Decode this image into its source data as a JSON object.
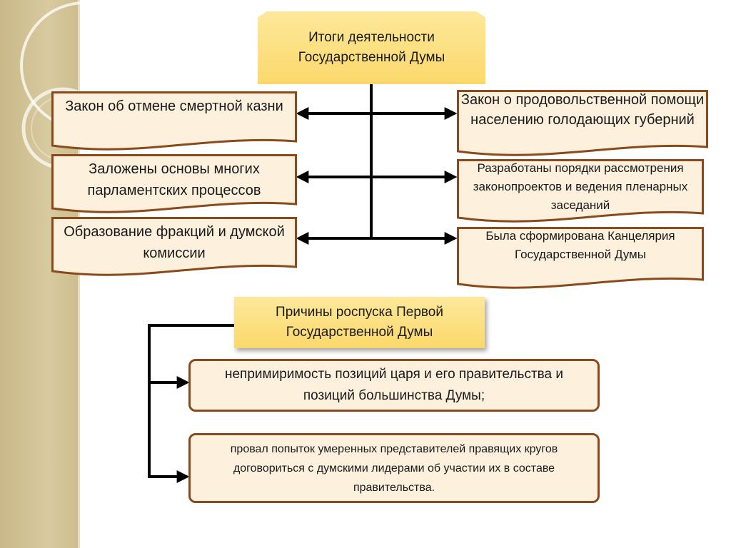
{
  "results": {
    "title": "Итоги деятельности Государственной Думы",
    "left_items": [
      "Закон об отмене смертной казни",
      "Заложены основы многих парламентских процессов",
      "Образование фракций и думской комиссии"
    ],
    "right_items": [
      "Закон о продовольственной помощи населению голодающих губерний",
      "Разработаны порядки рассмотрения законопроектов и ведения пленарных заседаний",
      "Была сформирована Канцелярия Государственной Думы"
    ]
  },
  "dissolution": {
    "title": "Причины роспуска Первой Государственной Думы",
    "reasons": [
      "непримиримость позиций царя и его правительства и позиций большинства Думы;",
      "провал попыток умеренных представителей правящих кругов договориться с думскими лидерами об участии их в составе правительства."
    ]
  },
  "colors": {
    "title_fill": "#fbd86a",
    "box_fill": "#fdf0dc",
    "box_border": "#8a4a1c",
    "side_band": "#d4c596"
  }
}
